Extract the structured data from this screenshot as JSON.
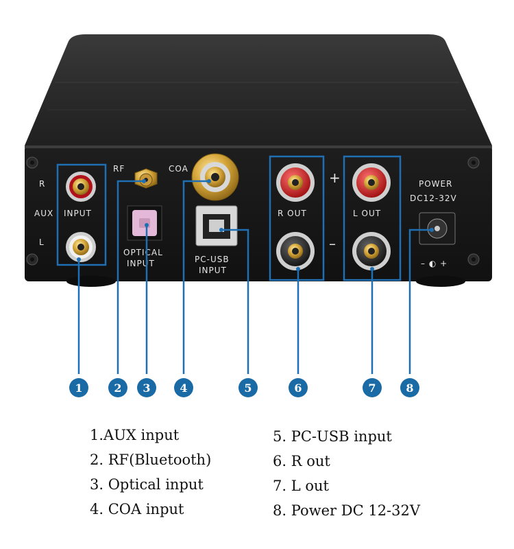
{
  "panel": {
    "aux_r": "R",
    "aux_label": "AUX",
    "aux_l": "L",
    "input": "INPUT",
    "rf": "RF",
    "coa": "COA",
    "optical_line1": "OPTICAL",
    "optical_line2": "INPUT",
    "pcusb_line1": "PC-USB",
    "pcusb_line2": "INPUT",
    "r_out": "R OUT",
    "l_out": "L OUT",
    "plus": "+",
    "minus": "–",
    "power": "POWER",
    "dc": "DC12-32V",
    "polarity": "– ◐ +"
  },
  "badges": [
    "1",
    "2",
    "3",
    "4",
    "5",
    "6",
    "7",
    "8"
  ],
  "legend": {
    "left": [
      "1.AUX input",
      "2. RF(Bluetooth)",
      "3. Optical input",
      "4. COA input"
    ],
    "right": [
      "5. PC-USB input",
      "6. R out",
      "7. L out",
      "8. Power DC 12-32V"
    ]
  },
  "colors": {
    "callout": "#1e6fb4",
    "badge": "#1a6aa6",
    "chassis": "#1a1a1a"
  }
}
